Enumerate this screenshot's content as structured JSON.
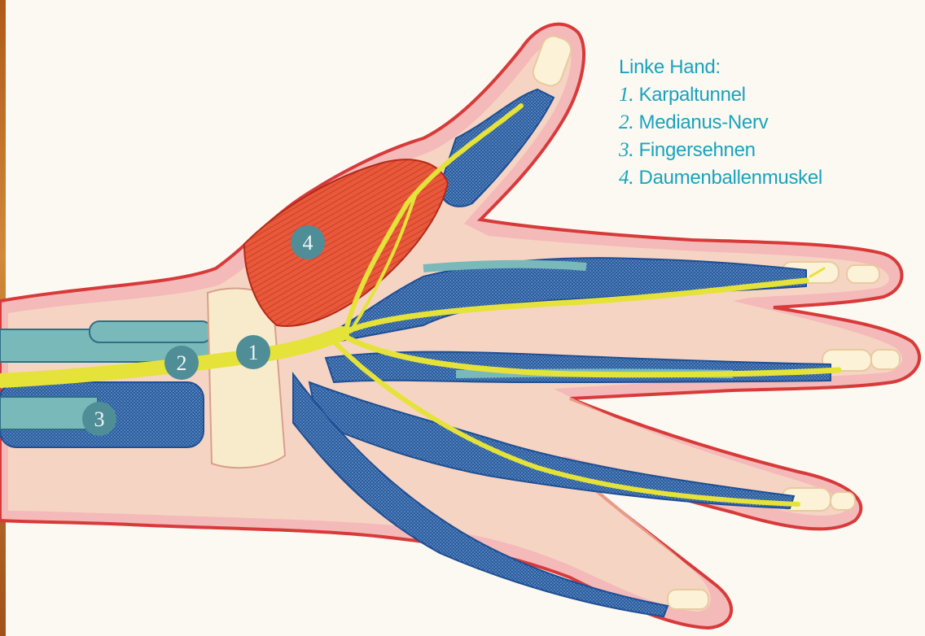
{
  "legend": {
    "title": "Linke Hand:",
    "items": [
      {
        "num": "1.",
        "label": "Karpaltunnel"
      },
      {
        "num": "2.",
        "label": "Medianus-Nerv"
      },
      {
        "num": "3.",
        "label": "Fingersehnen"
      },
      {
        "num": "4.",
        "label": "Daumenballenmuskel"
      }
    ]
  },
  "markers": [
    {
      "label": "1"
    },
    {
      "label": "2"
    },
    {
      "label": "3"
    },
    {
      "label": "4"
    }
  ],
  "colors": {
    "skin": "#f4b9b9",
    "outline": "#d83a3a",
    "bone": "#f8ebcc",
    "tendon_teal": "#7ab9b9",
    "tendon_blue": "#1f4f94",
    "nerve": "#e5e23a",
    "muscle": "#e04a2e",
    "badge": "#4f8d97",
    "legend_text": "#1aa3bd"
  }
}
